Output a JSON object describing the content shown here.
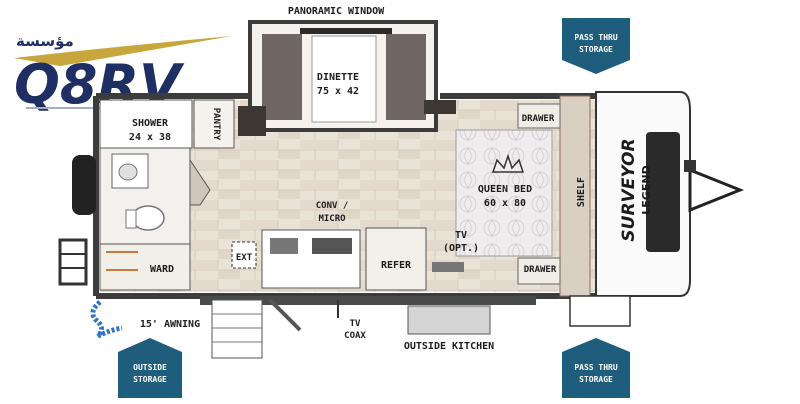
{
  "brand": {
    "arabic_name": "مؤسسة",
    "logo_text": "Q8RV",
    "colors": {
      "navy": "#1f2f64",
      "gold": "#c8a63b"
    }
  },
  "labels": {
    "panoramic_window": "PANORAMIC WINDOW",
    "dinette_name": "DINETTE",
    "dinette_size": "75 x 42",
    "shower_name": "SHOWER",
    "shower_size": "24 x 38",
    "pantry": "PANTRY",
    "drawer_top": "DRAWER",
    "drawer_bottom": "DRAWER",
    "bed_name": "QUEEN BED",
    "bed_size": "60 x 80",
    "shelf": "SHELF",
    "conv_line1": "CONV /",
    "conv_line2": "MICRO",
    "tv_line1": "TV",
    "tv_line2": "(OPT.)",
    "ext": "EXT",
    "refer": "REFER",
    "ward": "WARD",
    "awning": "15' AWNING",
    "tv_coax_line1": "TV",
    "tv_coax_line2": "COAX",
    "outside_kitchen": "OUTSIDE KITCHEN",
    "hitch_brand": "SURVEYOR",
    "hitch_model": "LEGEND"
  },
  "badges": {
    "pass_thru_top": {
      "line1": "PASS THRU",
      "line2": "STORAGE"
    },
    "pass_thru_bottom": {
      "line1": "PASS THRU",
      "line2": "STORAGE"
    },
    "outside_storage": {
      "line1": "OUTSIDE",
      "line2": "STORAGE"
    }
  },
  "colors": {
    "badge": "#1f5d7c",
    "floor": "#e7dfd3",
    "wall": "#3c3c3c",
    "cabinet": "#8a6f5c",
    "bed": "#ece8ea",
    "awning_hose": "#2e74c8"
  }
}
